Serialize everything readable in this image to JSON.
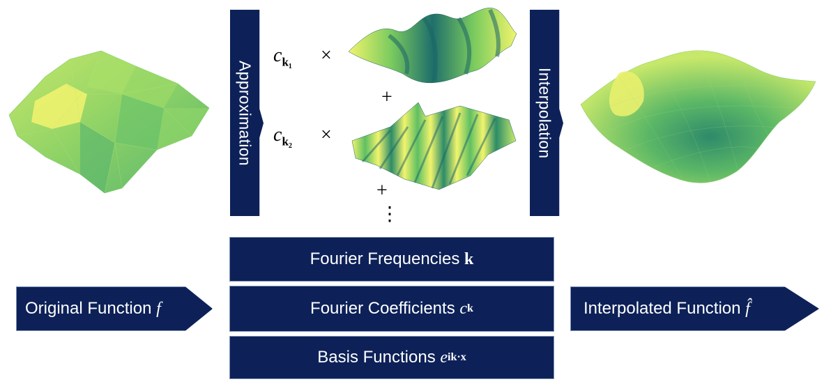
{
  "arrows": {
    "approximation": "Approximation",
    "interpolation": "Interpolation"
  },
  "terms": [
    {
      "symbol": "c",
      "subscript": "k₁",
      "times": "×"
    },
    {
      "symbol": "c",
      "subscript": "k₂",
      "times": "×"
    }
  ],
  "operators": {
    "plus1": "+",
    "plus2": "+",
    "ellipsis": "⋮"
  },
  "boxes": {
    "frequencies": {
      "label": "Fourier Frequencies",
      "symbol": "k"
    },
    "coefficients": {
      "label": "Fourier Coefficients",
      "symbol": "c",
      "subscript": "k"
    },
    "basis": {
      "label": "Basis Functions",
      "base": "e",
      "exponent": "ik·x"
    }
  },
  "inputs": {
    "original": {
      "label": "Original Function",
      "symbol": "f"
    },
    "interpolated": {
      "label": "Interpolated Function",
      "symbol": "f̂"
    }
  },
  "colors": {
    "box_fill": "#0d2158",
    "box_border": "#7f93b6",
    "surface_light": "#e8f06a",
    "surface_dark": "#2e8a6a"
  }
}
